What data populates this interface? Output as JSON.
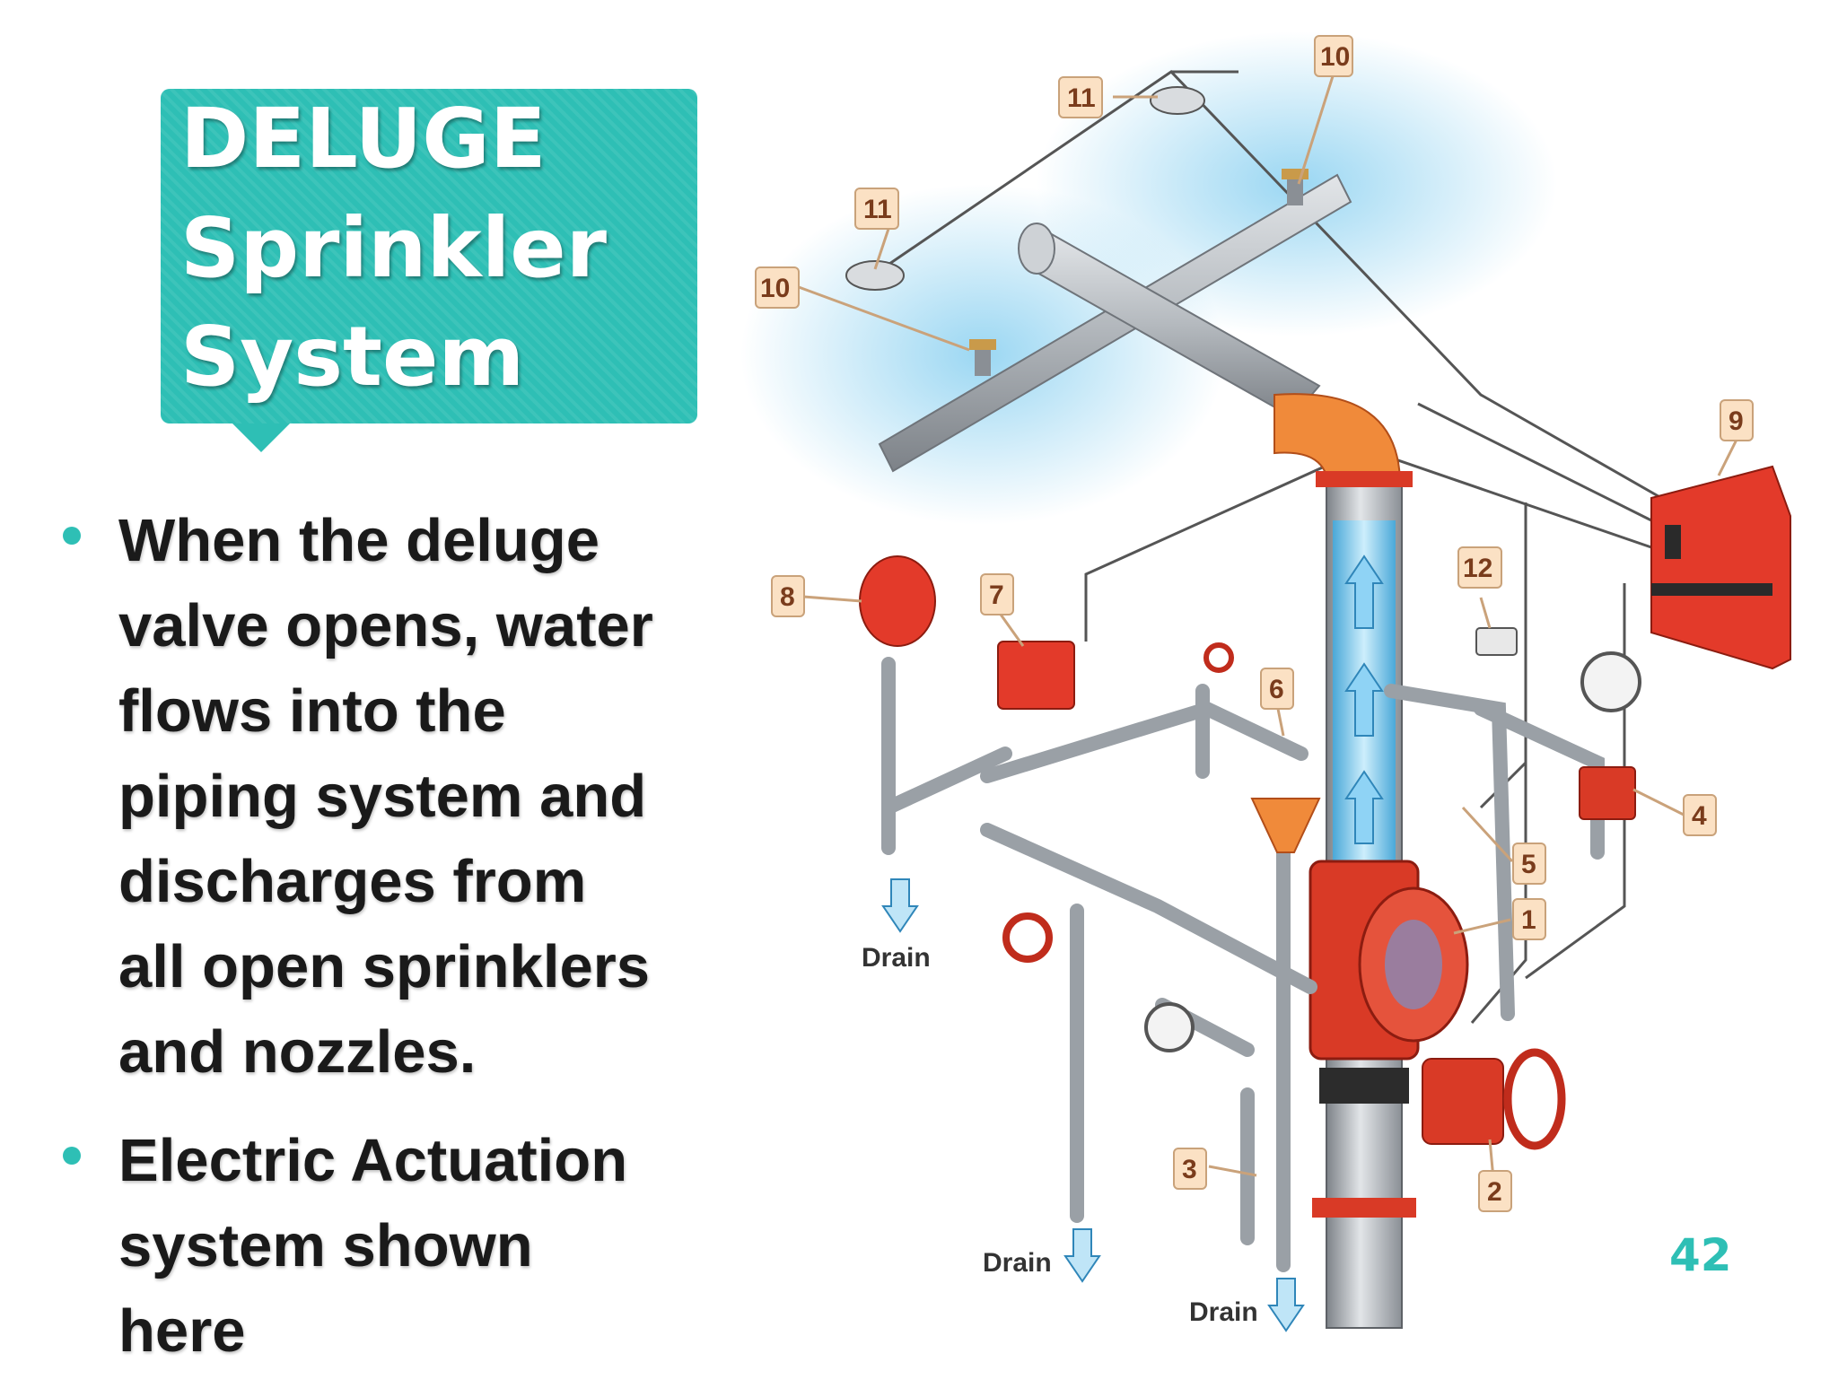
{
  "slide": {
    "title_lines": [
      "DELUGE",
      "Sprinkler",
      "System"
    ],
    "bullets": [
      [
        "When the deluge",
        "valve opens, water",
        "flows into the",
        "piping system and",
        "discharges from",
        "all open sprinklers",
        "and nozzles."
      ],
      [
        "Electric Actuation",
        "system shown",
        "here"
      ]
    ],
    "page_number": "42"
  },
  "diagram": {
    "callouts": [
      "10",
      "11",
      "11",
      "10",
      "9",
      "8",
      "7",
      "12",
      "6",
      "4",
      "5",
      "1",
      "2",
      "3"
    ],
    "drain_labels": [
      "Drain",
      "Drain",
      "Drain"
    ]
  },
  "colors": {
    "accent": "#2ebfb5",
    "pipe": "#a9aeb3",
    "valve_red": "#d93a26",
    "spray_blue": "#49b6e8",
    "label_fill": "#fbe1c4"
  }
}
